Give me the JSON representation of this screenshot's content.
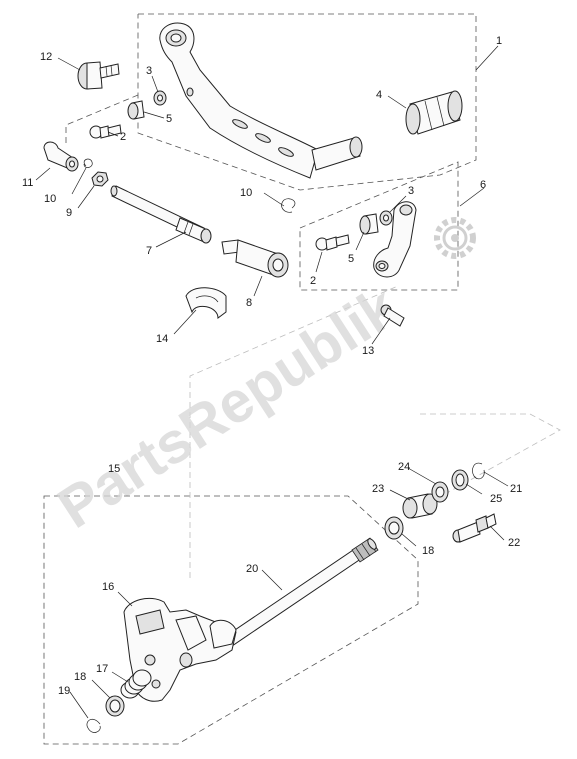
{
  "watermark": "PartsRepublik",
  "callouts": {
    "c1": "1",
    "c2a": "2",
    "c2b": "2",
    "c3a": "3",
    "c3b": "3",
    "c4": "4",
    "c5a": "5",
    "c5b": "5",
    "c6": "6",
    "c7": "7",
    "c8": "8",
    "c9": "9",
    "c10a": "10",
    "c10b": "10",
    "c11": "11",
    "c12": "12",
    "c13": "13",
    "c14": "14",
    "c15": "15",
    "c16": "16",
    "c17": "17",
    "c18a": "18",
    "c18b": "18",
    "c19": "19",
    "c20": "20",
    "c21": "21",
    "c22": "22",
    "c23": "23",
    "c24": "24",
    "c25": "25"
  },
  "icons": {
    "gear": "gear-icon"
  }
}
